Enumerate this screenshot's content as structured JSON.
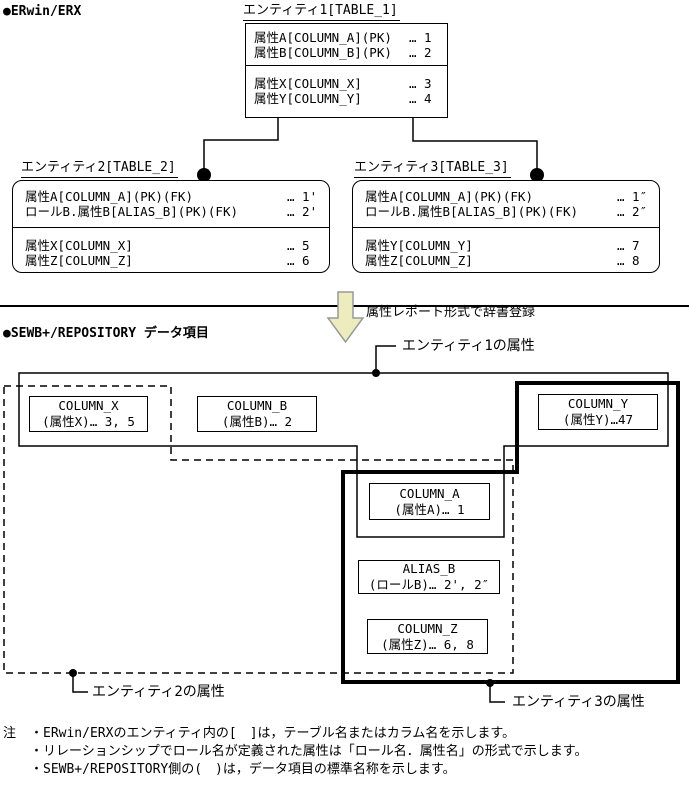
{
  "colors": {
    "line": "#000000",
    "arrow_fill": "#ECECBE",
    "arrow_border": "#999999"
  },
  "erwin": {
    "header": "●ERwin/ERX",
    "entity1": {
      "title": "エンティティ1[TABLE_1]",
      "rows": [
        {
          "label": "属性A[COLUMN_A](PK)",
          "ref": "… 1"
        },
        {
          "label": "属性B[COLUMN_B](PK)",
          "ref": "… 2"
        },
        {
          "label": "属性X[COLUMN_X]",
          "ref": "… 3"
        },
        {
          "label": "属性Y[COLUMN_Y]",
          "ref": "… 4"
        }
      ]
    },
    "entity2": {
      "title": "エンティティ2[TABLE_2]",
      "rows": [
        {
          "label": "属性A[COLUMN_A](PK)(FK)",
          "ref": "… 1'"
        },
        {
          "label": "ロールB.属性B[ALIAS_B](PK)(FK)",
          "ref": "… 2'"
        },
        {
          "label": "属性X[COLUMN_X]",
          "ref": "… 5"
        },
        {
          "label": "属性Z[COLUMN_Z]",
          "ref": "… 6"
        }
      ]
    },
    "entity3": {
      "title": "エンティティ3[TABLE_3]",
      "rows": [
        {
          "label": "属性A[COLUMN_A](PK)(FK)",
          "ref": "… 1″"
        },
        {
          "label": "ロールB.属性B[ALIAS_B](PK)(FK)",
          "ref": "… 2″"
        },
        {
          "label": "属性Y[COLUMN_Y]",
          "ref": "… 7"
        },
        {
          "label": "属性Z[COLUMN_Z]",
          "ref": "… 8"
        }
      ]
    }
  },
  "transform": {
    "arrow_label": "属性レポート形式で辞書登録"
  },
  "sewb": {
    "header": "●SEWB+/REPOSITORY データ項目",
    "group_labels": {
      "entity1": "エンティティ1の属性",
      "entity2": "エンティティ2の属性",
      "entity3": "エンティティ3の属性"
    },
    "items": {
      "column_x": {
        "name": "COLUMN_X",
        "detail": "(属性X)… 3, 5"
      },
      "column_b": {
        "name": "COLUMN_B",
        "detail": "(属性B)… 2"
      },
      "column_y": {
        "name": "COLUMN_Y",
        "detail": "(属性Y)…47"
      },
      "column_a": {
        "name": "COLUMN_A",
        "detail": "(属性A)… 1"
      },
      "alias_b": {
        "name": "ALIAS_B",
        "detail": "(ロールB)… 2', 2″"
      },
      "column_z": {
        "name": "COLUMN_Z",
        "detail": "(属性Z)… 6, 8"
      }
    }
  },
  "notes": {
    "prefix": "注",
    "lines": [
      "・ERwin/ERXのエンティティ内の[　]は，テーブル名またはカラム名を示します。",
      "・リレーションシップでロール名が定義された属性は「ロール名．属性名」の形式で示します。",
      "・SEWB+/REPOSITORY側の(　)は，データ項目の標準名称を示します。"
    ]
  }
}
